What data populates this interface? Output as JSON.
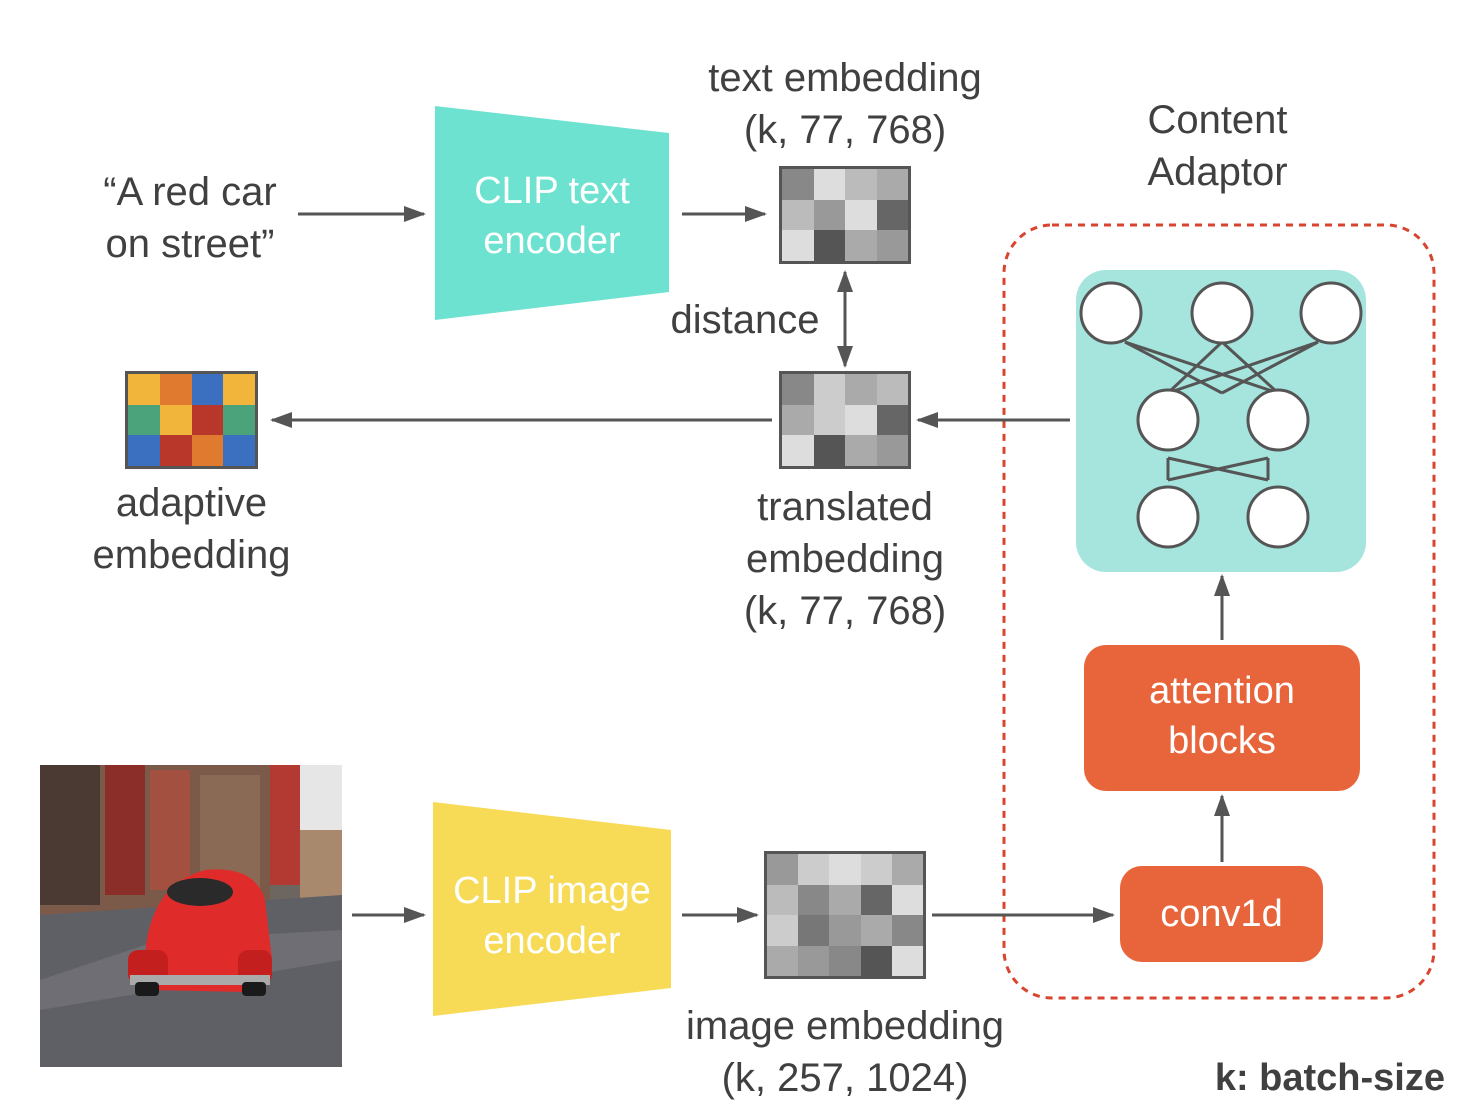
{
  "prompt_text": [
    "“A red car",
    "on street”"
  ],
  "text_encoder": {
    "line1": "CLIP text",
    "line2": "encoder",
    "color": "#6ee2d0"
  },
  "image_encoder": {
    "line1": "CLIP image",
    "line2": "encoder",
    "color": "#f7da55"
  },
  "text_embedding": {
    "line1": "text embedding",
    "line2": "(k, 77, 768)"
  },
  "translated_embedding": {
    "line1": "translated",
    "line2": "embedding",
    "line3": "(k, 77, 768)"
  },
  "image_embedding": {
    "line1": "image embedding",
    "line2": "(k, 257, 1024)"
  },
  "adaptive_embedding": {
    "line1": "adaptive",
    "line2": "embedding"
  },
  "distance_label": "distance",
  "content_adaptor": {
    "line1": "Content",
    "line2": "Adaptor",
    "border_color": "#d9442f"
  },
  "attention_blocks": {
    "line1": "attention",
    "line2": "blocks",
    "color": "#e8643a"
  },
  "conv1d": {
    "label": "conv1d",
    "color": "#e8643a"
  },
  "network_bg": "#a6e4de",
  "footnote": "k: batch-size",
  "input_image": "photo of a red vintage car on a street",
  "grid_colors": {
    "text_embedding": [
      "#888",
      "#ddd",
      "#bbb",
      "#aaa",
      "#bbb",
      "#999",
      "#ddd",
      "#666",
      "#ddd",
      "#555",
      "#aaa",
      "#999"
    ],
    "translated_embedding": [
      "#888",
      "#ccc",
      "#aaa",
      "#bbb",
      "#aaa",
      "#ccc",
      "#ddd",
      "#666",
      "#ddd",
      "#555",
      "#aaa",
      "#999"
    ],
    "image_embedding": [
      "#999",
      "#ccc",
      "#ddd",
      "#ccc",
      "#aaa",
      "#bbb",
      "#888",
      "#aaa",
      "#666",
      "#ddd",
      "#ccc",
      "#777",
      "#999",
      "#aaa",
      "#888",
      "#aaa",
      "#999",
      "#888",
      "#555",
      "#ddd"
    ],
    "adaptive_embedding": [
      "#f0b53a",
      "#e07a2f",
      "#3b6fbf",
      "#f0b53a",
      "#4aa37a",
      "#f0b53a",
      "#b8372a",
      "#4aa37a",
      "#3b6fbf",
      "#b8372a",
      "#e07a2f",
      "#3b6fbf"
    ]
  }
}
